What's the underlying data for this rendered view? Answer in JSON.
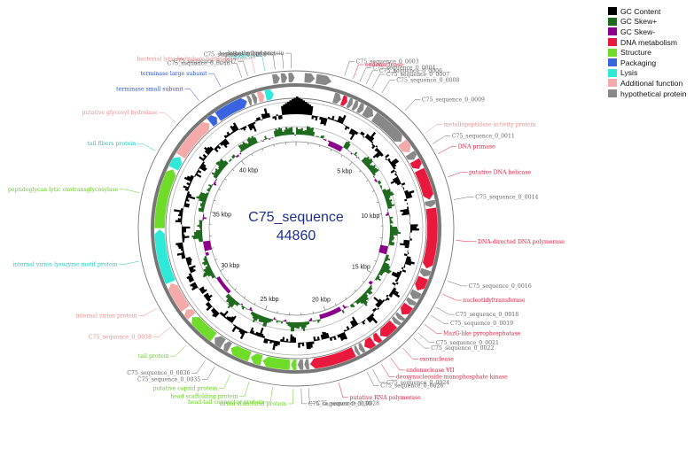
{
  "genome": {
    "name": "C75_sequence",
    "length_label": "44860",
    "length_bp": 44860
  },
  "legend": [
    {
      "label": "GC Content",
      "color": "#000000"
    },
    {
      "label": "GC Skew+",
      "color": "#1e6b1e"
    },
    {
      "label": "GC Skew-",
      "color": "#8b008b"
    },
    {
      "label": "DNA metabolism",
      "color": "#e8193c"
    },
    {
      "label": "Structure",
      "color": "#6fdc2a"
    },
    {
      "label": "Packaging",
      "color": "#3a63e0"
    },
    {
      "label": "Lysis",
      "color": "#2ee8d8"
    },
    {
      "label": "Additional function",
      "color": "#f4aaaa"
    },
    {
      "label": "hypothetical protein",
      "color": "#888888"
    }
  ],
  "category_colors": {
    "dna": "#e8193c",
    "structure": "#6fdc2a",
    "packaging": "#3a63e0",
    "lysis": "#2ee8d8",
    "additional": "#f4aaaa",
    "hypothetical": "#888888"
  },
  "label_colors": {
    "dna": "#e8193c",
    "structure": "#66cc22",
    "packaging": "#2a50d0",
    "lysis": "#20c8c0",
    "additional": "#f08c8c",
    "hypothetical": "#666666"
  },
  "kbp_ticks": [
    "5 kbp",
    "10 kbp",
    "15 kbp",
    "20 kbp",
    "25 kbp",
    "30 kbp",
    "35 kbp",
    "40 kbp"
  ],
  "kbp_positions": [
    5000,
    10000,
    15000,
    20000,
    25000,
    30000,
    35000,
    40000
  ],
  "genes": [
    {
      "start": 400,
      "end": 900,
      "cat": "hypothetical",
      "strand": 1,
      "label": ""
    },
    {
      "start": 950,
      "end": 1700,
      "cat": "hypothetical",
      "strand": 1,
      "label": ""
    },
    {
      "start": 2000,
      "end": 2400,
      "cat": "hypothetical",
      "strand": -1,
      "label": "C75_sequence_0_0003"
    },
    {
      "start": 2450,
      "end": 2750,
      "cat": "dna",
      "strand": -1,
      "label": "endonuclease"
    },
    {
      "start": 2800,
      "end": 3050,
      "cat": "hypothetical",
      "strand": -1,
      "label": "C75_sequence_0_0004"
    },
    {
      "start": 3100,
      "end": 3350,
      "cat": "hypothetical",
      "strand": -1,
      "label": "C75_sequence_0_0006"
    },
    {
      "start": 3400,
      "end": 3700,
      "cat": "hypothetical",
      "strand": -1,
      "label": "C75_sequence_0_0007"
    },
    {
      "start": 3750,
      "end": 4300,
      "cat": "hypothetical",
      "strand": -1,
      "label": "C75_sequence_0_0008"
    },
    {
      "start": 4350,
      "end": 6300,
      "cat": "hypothetical",
      "strand": -1,
      "label": "C75_sequence_0_0009"
    },
    {
      "start": 6350,
      "end": 7000,
      "cat": "additional",
      "strand": -1,
      "label": "metallopeptidase activity protein"
    },
    {
      "start": 7050,
      "end": 7450,
      "cat": "hypothetical",
      "strand": -1,
      "label": "C75_sequence_0_0011"
    },
    {
      "start": 7500,
      "end": 8000,
      "cat": "dna",
      "strand": -1,
      "label": "DNA primase"
    },
    {
      "start": 8050,
      "end": 9700,
      "cat": "dna",
      "strand": -1,
      "label": "putative DNA helicase"
    },
    {
      "start": 9750,
      "end": 10100,
      "cat": "hypothetical",
      "strand": -1,
      "label": "C75_sequence_0_0014"
    },
    {
      "start": 10150,
      "end": 13350,
      "cat": "dna",
      "strand": -1,
      "label": "DNA-directed DNA polymerase"
    },
    {
      "start": 13400,
      "end": 13800,
      "cat": "hypothetical",
      "strand": -1,
      "label": "C75_sequence_0_0016"
    },
    {
      "start": 13850,
      "end": 14600,
      "cat": "dna",
      "strand": -1,
      "label": "nucleotidyltransferase"
    },
    {
      "start": 14650,
      "end": 15100,
      "cat": "hypothetical",
      "strand": -1,
      "label": "C75_sequence_0_0018"
    },
    {
      "start": 15150,
      "end": 15450,
      "cat": "hypothetical",
      "strand": -1,
      "label": "C75_sequence_0_0019"
    },
    {
      "start": 15500,
      "end": 16100,
      "cat": "dna",
      "strand": -1,
      "label": "MazG-like pyrophosphatase"
    },
    {
      "start": 16150,
      "end": 16400,
      "cat": "hypothetical",
      "strand": -1,
      "label": "C75_sequence_0_0021"
    },
    {
      "start": 16450,
      "end": 16700,
      "cat": "hypothetical",
      "strand": -1,
      "label": "C75_sequence_0_0022"
    },
    {
      "start": 16750,
      "end": 17700,
      "cat": "dna",
      "strand": -1,
      "label": "exonuclease"
    },
    {
      "start": 17750,
      "end": 18100,
      "cat": "dna",
      "strand": -1,
      "label": "endonuclease VII"
    },
    {
      "start": 18150,
      "end": 18700,
      "cat": "dna",
      "strand": -1,
      "label": "deoxynucleoside monophosphate kinase"
    },
    {
      "start": 18750,
      "end": 19000,
      "cat": "hypothetical",
      "strand": -1,
      "label": "C75_sequence_0_0024"
    },
    {
      "start": 19050,
      "end": 19250,
      "cat": "hypothetical",
      "strand": -1,
      "label": "C75_sequence_0_0026"
    },
    {
      "start": 19300,
      "end": 21700,
      "cat": "dna",
      "strand": -1,
      "label": "putative RNA polymerase"
    },
    {
      "start": 21750,
      "end": 22000,
      "cat": "hypothetical",
      "strand": -1,
      "label": "C75_sequence_0_0028"
    },
    {
      "start": 22050,
      "end": 22350,
      "cat": "hypothetical",
      "strand": -1,
      "label": "C75_sequence_0_0030"
    },
    {
      "start": 22400,
      "end": 22700,
      "cat": "structure",
      "strand": -1,
      "label": "virion structural protein"
    },
    {
      "start": 22750,
      "end": 24200,
      "cat": "structure",
      "strand": -1,
      "label": "head-tail connector protein"
    },
    {
      "start": 24250,
      "end": 24850,
      "cat": "structure",
      "strand": -1,
      "label": "head scaffolding protein"
    },
    {
      "start": 24900,
      "end": 26000,
      "cat": "structure",
      "strand": -1,
      "label": "putative capsid protein"
    },
    {
      "start": 26050,
      "end": 26400,
      "cat": "hypothetical",
      "strand": -1,
      "label": "C75_sequence_0_0035"
    },
    {
      "start": 26450,
      "end": 27000,
      "cat": "hypothetical",
      "strand": -1,
      "label": "C75_sequence_0_0036"
    },
    {
      "start": 27050,
      "end": 28600,
      "cat": "structure",
      "strand": -1,
      "label": "tail protein"
    },
    {
      "start": 28650,
      "end": 29100,
      "cat": "additional",
      "strand": -1,
      "label": "C75_sequence_0_0038"
    },
    {
      "start": 29150,
      "end": 30700,
      "cat": "additional",
      "strand": -1,
      "label": "internal virion protein"
    },
    {
      "start": 30750,
      "end": 33600,
      "cat": "lysis",
      "strand": -1,
      "label": "internal virion lysozyme motif protein"
    },
    {
      "start": 33650,
      "end": 36850,
      "cat": "structure",
      "strand": -1,
      "label": "peptidoglycan lytic exotransglycosylase"
    },
    {
      "start": 36900,
      "end": 37600,
      "cat": "lysis",
      "strand": -1,
      "label": "tail fibers protein"
    },
    {
      "start": 37650,
      "end": 39950,
      "cat": "additional",
      "strand": -1,
      "label": "putative glycosyl hydrolase"
    },
    {
      "start": 40000,
      "end": 40450,
      "cat": "packaging",
      "strand": -1,
      "label": "terminase small subunit"
    },
    {
      "start": 40500,
      "end": 42250,
      "cat": "packaging",
      "strand": -1,
      "label": "terminase large subunit"
    },
    {
      "start": 42300,
      "end": 42500,
      "cat": "hypothetical",
      "strand": -1,
      "label": "C75_sequence_0_0046"
    },
    {
      "start": 42550,
      "end": 42800,
      "cat": "hypothetical",
      "strand": -1,
      "label": "C75_sequence_0_0047"
    },
    {
      "start": 42850,
      "end": 43200,
      "cat": "additional",
      "strand": -1,
      "label": "bacterial lytic hydrolase family protein"
    },
    {
      "start": 43250,
      "end": 43700,
      "cat": "lysis",
      "strand": -1,
      "label": "endolysin"
    },
    {
      "start": 43750,
      "end": 44100,
      "cat": "hypothetical",
      "strand": 1,
      "label": "C75_sequence_0_0050"
    },
    {
      "start": 44150,
      "end": 44450,
      "cat": "hypothetical",
      "strand": 1,
      "label": "hypothetical protein"
    },
    {
      "start": 44500,
      "end": 44800,
      "cat": "hypothetical",
      "strand": 1,
      "label": "hypothetical protein"
    }
  ]
}
